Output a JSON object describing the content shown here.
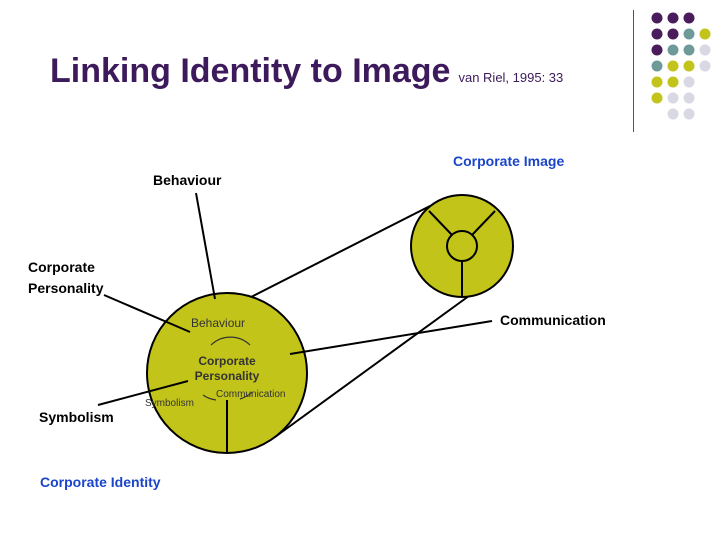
{
  "title": "Linking Identity to Image",
  "citation": "van Riel, 1995: 33",
  "labels": {
    "behaviour": "Behaviour",
    "corporate_personality": "Corporate Personality",
    "communication": "Communication",
    "symbolism": "Symbolism",
    "corporate_image": "Corporate Image",
    "corporate_identity": "Corporate Identity"
  },
  "inner_labels": {
    "behaviour": "Behaviour",
    "corporate_personality": "Corporate Personality",
    "communication": "Communication",
    "symbolism": "Symbolism"
  },
  "colors": {
    "title": "#3d1a5b",
    "circle_fill": "#c3c41a",
    "blue_label": "#1a45c8",
    "dot_purple": "#4b1c5c",
    "dot_teal": "#6e9a9a",
    "dot_yellow": "#c3c41a",
    "dot_gray": "#d9d9e3"
  }
}
